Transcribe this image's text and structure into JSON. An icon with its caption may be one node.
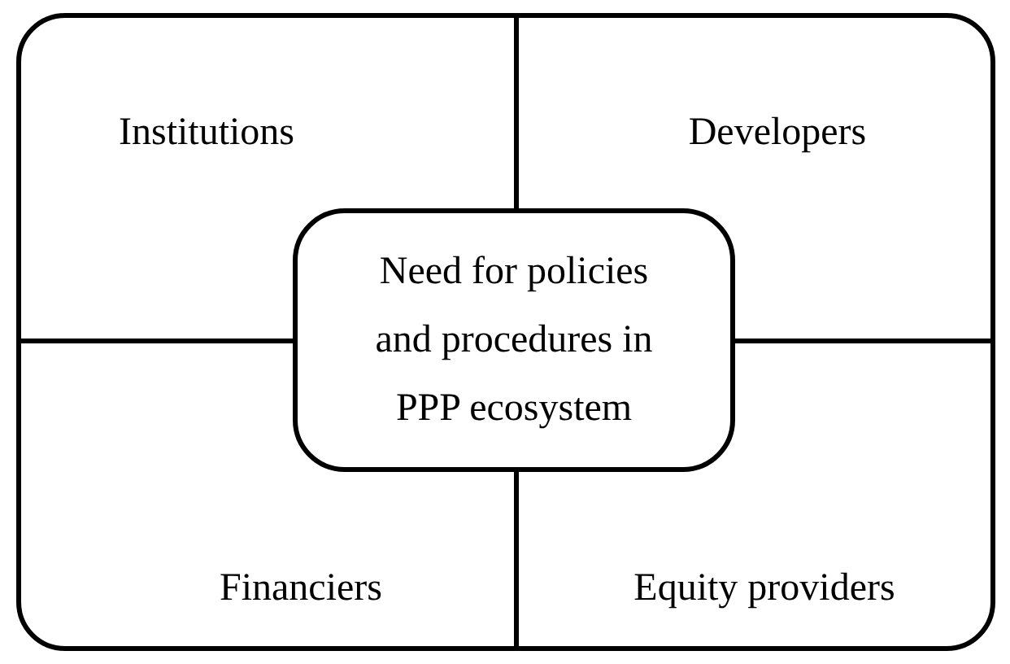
{
  "diagram": {
    "nodes": [
      {
        "text": [
          "Institutions"
        ]
      },
      {
        "text": [
          "Developers"
        ]
      },
      {
        "text": [
          "Financiers"
        ]
      },
      {
        "text": [
          "Equity providers"
        ]
      },
      {
        "text": [
          "Need for policies and procedures in PPP ecosystem"
        ]
      }
    ]
  }
}
